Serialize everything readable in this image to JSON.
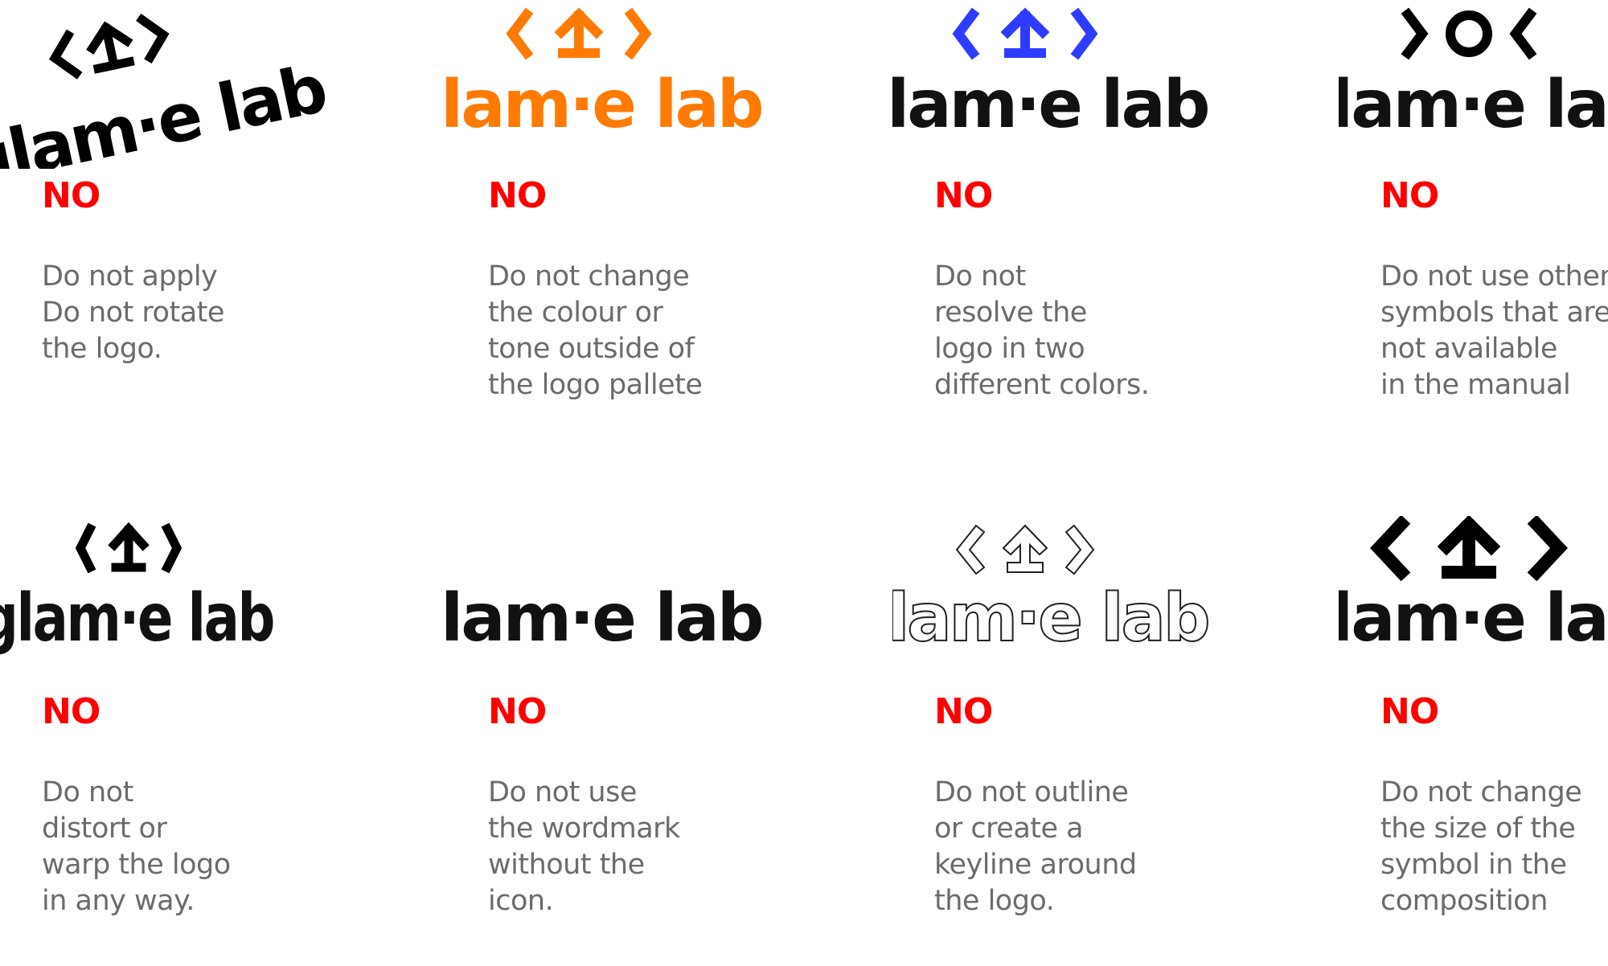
{
  "wordmark": "glam·e lab",
  "no_label": "NO",
  "colors": {
    "no_red": "#ff0000",
    "text_gray": "#6b6b6b",
    "logo_black": "#000000",
    "orange": "#ff7a00",
    "blue": "#2f3cff"
  },
  "icons": {
    "standard": "chevron-arrow-chevron-symbol",
    "alternate": "reversed-chevron-circle-symbol"
  },
  "examples": [
    {
      "id": "rotate",
      "lines": [
        "Do not apply",
        "Do not rotate",
        "the logo."
      ]
    },
    {
      "id": "colour",
      "lines": [
        "Do not change",
        "the colour or",
        "tone outside of",
        "the logo pallete"
      ]
    },
    {
      "id": "two-colors",
      "lines": [
        "Do not",
        "resolve the",
        "logo  in two",
        "different colors."
      ]
    },
    {
      "id": "other-symbols",
      "lines": [
        "Do not use other",
        "symbols  that are",
        "not available",
        "in the manual"
      ]
    },
    {
      "id": "distort",
      "lines": [
        "Do not",
        "distort or",
        "warp the logo",
        "in any way."
      ]
    },
    {
      "id": "no-icon",
      "lines": [
        "Do not use",
        "the wordmark",
        "without the",
        "icon."
      ]
    },
    {
      "id": "outline",
      "lines": [
        "Do not outline",
        "or create a",
        "keyline around",
        "the logo."
      ]
    },
    {
      "id": "symbol-size",
      "lines": [
        "Do not change",
        "the size of the",
        "symbol in the",
        "composition"
      ]
    }
  ]
}
